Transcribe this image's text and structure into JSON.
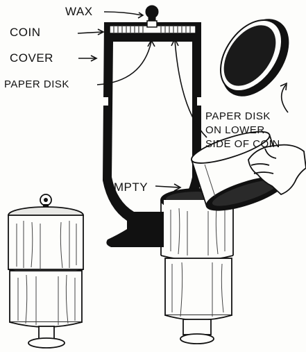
{
  "labels": {
    "wax": "WAX",
    "coin": "COIN",
    "cover": "COVER",
    "paper_disk": "PAPER DISK",
    "paper_disk_lower_1": "PAPER DISK",
    "paper_disk_lower_2": "ON LOWER",
    "paper_disk_lower_3": "SIDE OF COIN",
    "empty": "EMPTY"
  }
}
